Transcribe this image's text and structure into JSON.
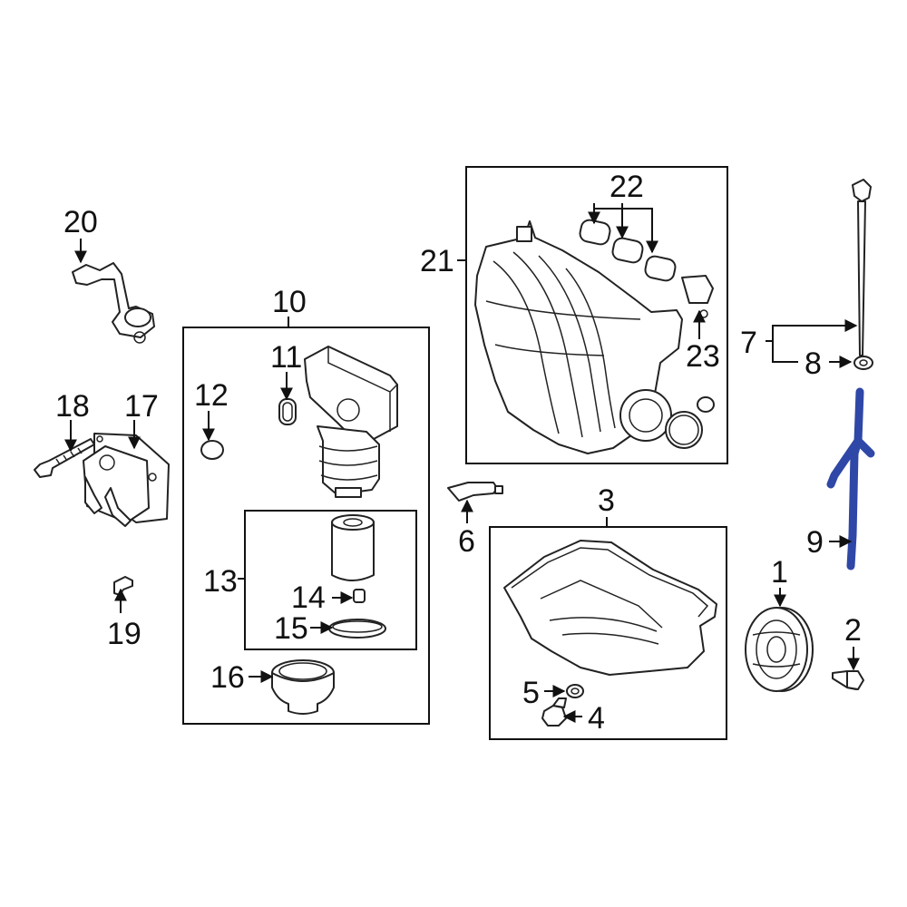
{
  "colors": {
    "line": "#111111",
    "highlight": "#2f47a6",
    "background": "#ffffff"
  },
  "callouts": [
    {
      "id": "1",
      "text": "1"
    },
    {
      "id": "2",
      "text": "2"
    },
    {
      "id": "3",
      "text": "3"
    },
    {
      "id": "4",
      "text": "4"
    },
    {
      "id": "5",
      "text": "5"
    },
    {
      "id": "6",
      "text": "6"
    },
    {
      "id": "7",
      "text": "7"
    },
    {
      "id": "8",
      "text": "8"
    },
    {
      "id": "9",
      "text": "9"
    },
    {
      "id": "10",
      "text": "10"
    },
    {
      "id": "11",
      "text": "11"
    },
    {
      "id": "12",
      "text": "12"
    },
    {
      "id": "13",
      "text": "13"
    },
    {
      "id": "14",
      "text": "14"
    },
    {
      "id": "15",
      "text": "15"
    },
    {
      "id": "16",
      "text": "16"
    },
    {
      "id": "17",
      "text": "17"
    },
    {
      "id": "18",
      "text": "18"
    },
    {
      "id": "19",
      "text": "19"
    },
    {
      "id": "20",
      "text": "20"
    },
    {
      "id": "21",
      "text": "21"
    },
    {
      "id": "22",
      "text": "22"
    },
    {
      "id": "23",
      "text": "23"
    }
  ],
  "highlighted_part": "9"
}
